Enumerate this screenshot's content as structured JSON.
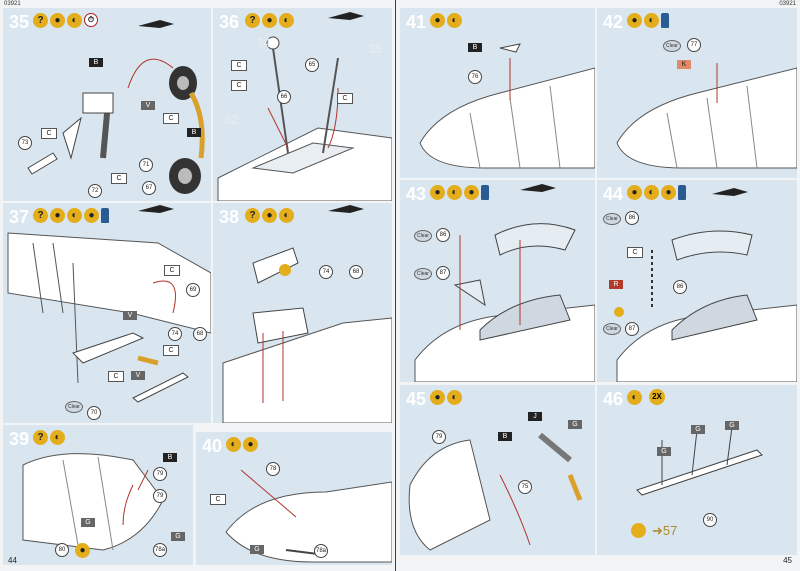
{
  "pages": {
    "left": {
      "code": "03921",
      "number": "44"
    },
    "right": {
      "code": "03921",
      "number": "45"
    }
  },
  "icon_glyphs": {
    "help": "?",
    "glue": "●",
    "cement": "◐",
    "clock": "⏱"
  },
  "steps": {
    "s35": {
      "num": "35"
    },
    "s36": {
      "num": "36"
    },
    "s37": {
      "num": "37"
    },
    "s38": {
      "num": "38"
    },
    "s39": {
      "num": "39"
    },
    "s40": {
      "num": "40"
    },
    "s41": {
      "num": "41"
    },
    "s42": {
      "num": "42"
    },
    "s43": {
      "num": "43"
    },
    "s44": {
      "num": "44"
    },
    "s45": {
      "num": "45"
    },
    "s46": {
      "num": "46",
      "multiplier": "2X"
    }
  },
  "flags": {
    "b": "B",
    "v": "V",
    "g": "G",
    "c": "C",
    "k": "K",
    "r": "R",
    "j": "J"
  },
  "part_numbers": {
    "p73": "73",
    "p72": "72",
    "p71": "71",
    "p67": "67",
    "p66": "66",
    "p65": "65",
    "p69": "69",
    "p74": "74",
    "p68": "68",
    "p70": "70",
    "p79": "79",
    "p80": "80",
    "p78": "78",
    "p78a": "78a",
    "p76": "76",
    "p77": "77",
    "p86": "86",
    "p87": "87",
    "p75": "75",
    "p90": "90"
  },
  "small_labels": {
    "l34": "34",
    "l35": "35",
    "l32": "32",
    "clear": "Clear"
  },
  "goto_ref": "57",
  "colors": {
    "panel": "#d9e6f0",
    "accent": "#e3ad1c",
    "arrow": "#d9a02c",
    "leader": "#b0352b"
  }
}
